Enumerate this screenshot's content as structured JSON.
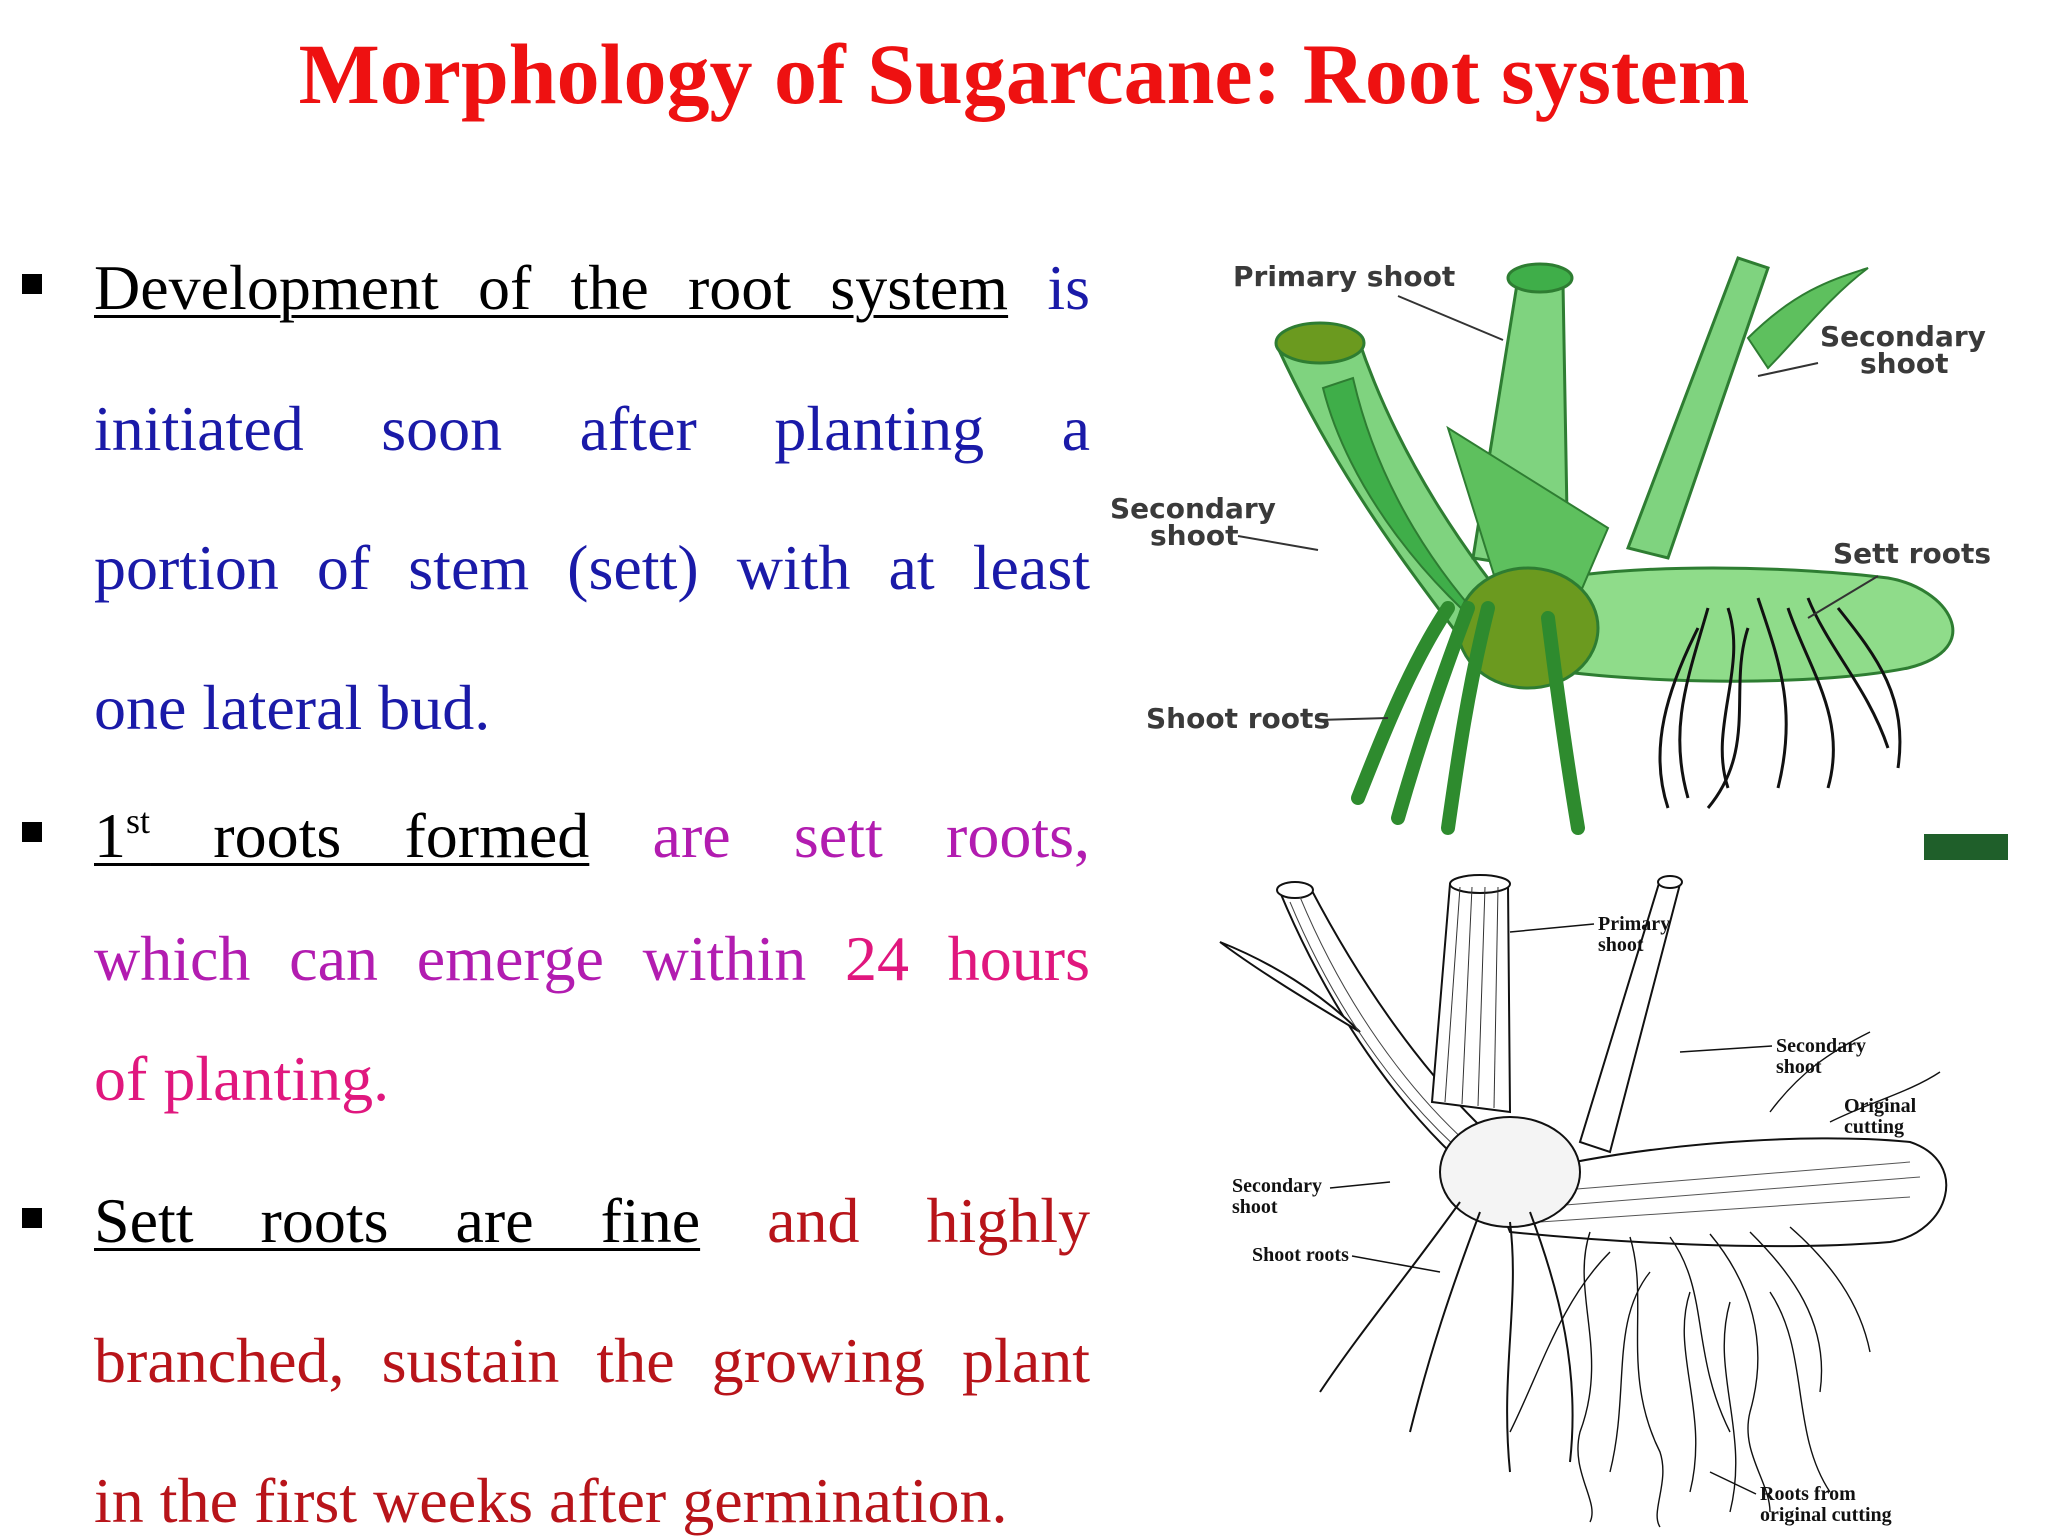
{
  "title": "Morphology of Sugarcane: Root system",
  "bullets": [
    {
      "lines": [
        {
          "segments": [
            {
              "text": "Development of the root system",
              "style": "underline"
            },
            {
              "text": " is",
              "style": "blue"
            }
          ]
        },
        {
          "segments": [
            {
              "text": "initiated soon after planting a",
              "style": "blue"
            }
          ]
        },
        {
          "segments": [
            {
              "text": "portion of stem (sett) with at least",
              "style": "blue"
            }
          ]
        },
        {
          "segments": [
            {
              "text": "one lateral bud.",
              "style": "blue"
            }
          ]
        }
      ]
    },
    {
      "lines": [
        {
          "segments": [
            {
              "text": "1",
              "style": "underline"
            },
            {
              "text": "st",
              "style": "underline-sup"
            },
            {
              "text": " roots formed",
              "style": "underline"
            },
            {
              "text": " are sett roots,",
              "style": "purple"
            }
          ]
        },
        {
          "segments": [
            {
              "text": "which can emerge within ",
              "style": "purple"
            },
            {
              "text": "24 hours",
              "style": "magenta"
            }
          ]
        },
        {
          "segments": [
            {
              "text": "of planting.",
              "style": "magenta"
            }
          ]
        }
      ]
    },
    {
      "lines": [
        {
          "segments": [
            {
              "text": "Sett roots are fine",
              "style": "underline"
            },
            {
              "text": " and highly",
              "style": "darkred"
            }
          ]
        },
        {
          "segments": [
            {
              "text": "branched, sustain the growing plant",
              "style": "darkred"
            }
          ]
        },
        {
          "segments": [
            {
              "text": "in the first weeks after germination.",
              "style": "darkred"
            }
          ]
        }
      ]
    }
  ],
  "figure_top": {
    "labels": {
      "primary_shoot": "Primary shoot",
      "secondary_shoot_right_1": "Secondary",
      "secondary_shoot_right_2": "shoot",
      "secondary_shoot_left_1": "Secondary",
      "secondary_shoot_left_2": "shoot",
      "sett_roots": "Sett roots",
      "shoot_roots": "Shoot roots"
    },
    "colors": {
      "light_green": "#7fd37f",
      "mid_green": "#3fae49",
      "dark_green": "#2e8b2e",
      "olive": "#6b9a1f"
    }
  },
  "figure_bottom": {
    "labels": {
      "primary_shoot_1": "Primary",
      "primary_shoot_2": "shoot",
      "secondary_shoot_right_1": "Secondary",
      "secondary_shoot_right_2": "shoot",
      "original_cutting_1": "Original",
      "original_cutting_2": "cutting",
      "secondary_shoot_left_1": "Secondary",
      "secondary_shoot_left_2": "shoot",
      "shoot_roots": "Shoot roots",
      "roots_from_cutting_1": "Roots from",
      "roots_from_cutting_2": "original cutting"
    }
  },
  "colors": {
    "title": "#ee1111",
    "blue": "#1a1aa8",
    "purple": "#b21cb0",
    "magenta": "#e0177e",
    "darkred": "#b8141a"
  }
}
